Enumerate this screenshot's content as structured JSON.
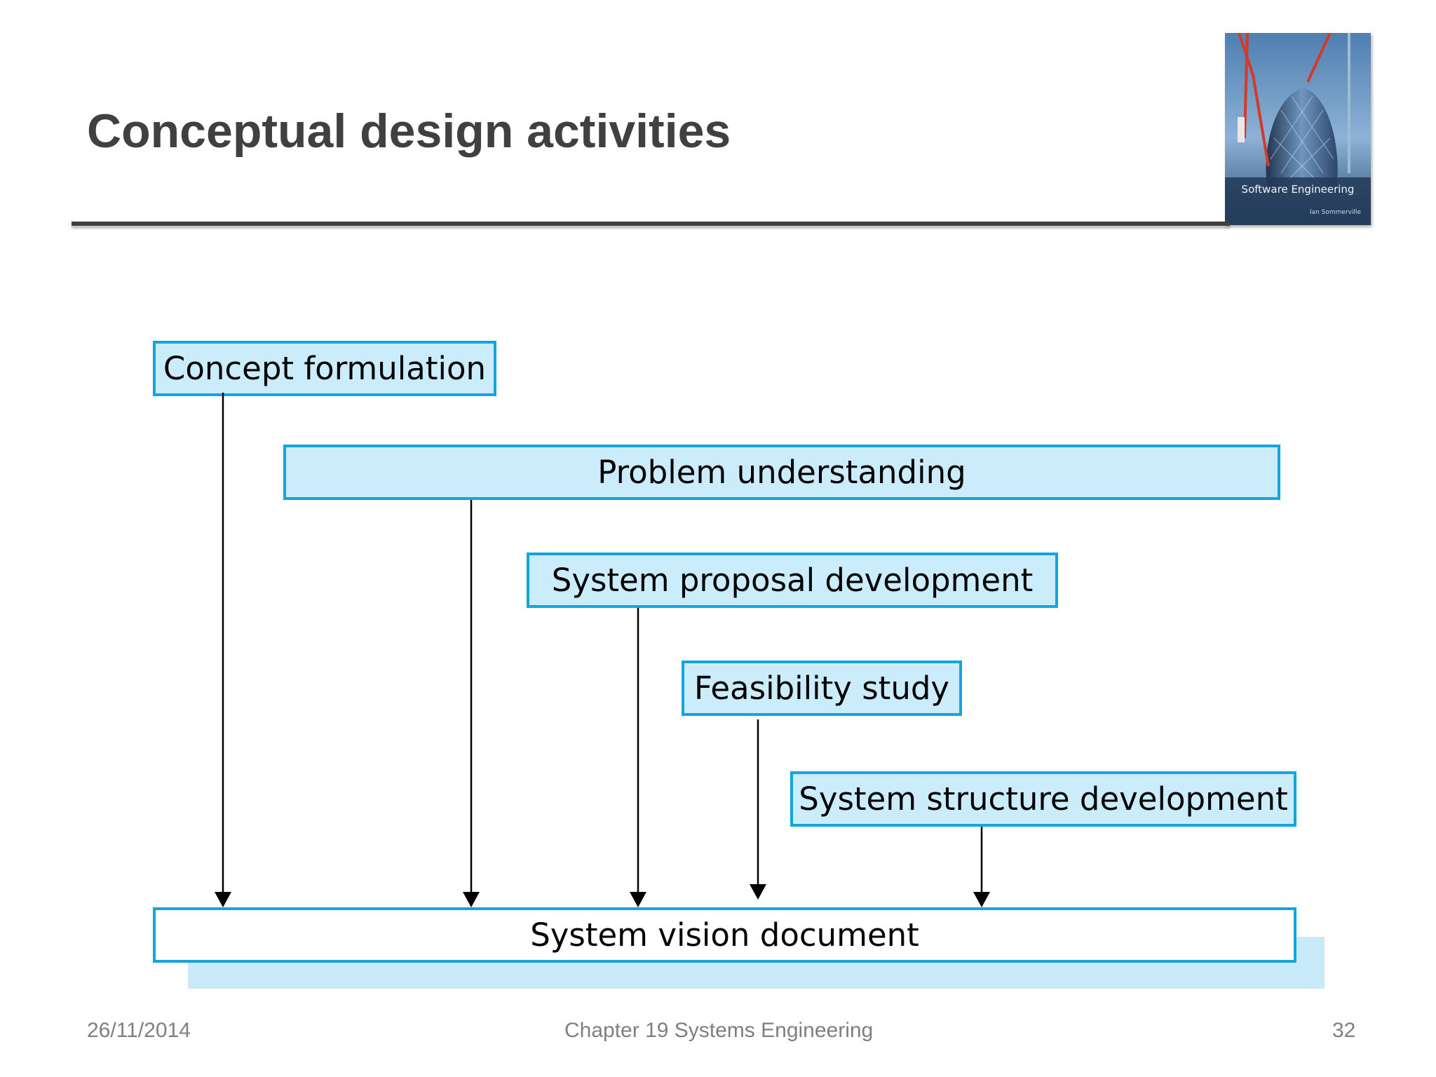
{
  "title": "Conceptual design activities",
  "book_cover": {
    "title": "Software Engineering",
    "author": "Ian Sommerville"
  },
  "diagram": {
    "boxes": [
      {
        "id": "concept-formulation",
        "label": "Concept formulation"
      },
      {
        "id": "problem-understanding",
        "label": "Problem understanding"
      },
      {
        "id": "system-proposal-development",
        "label": "System proposal development"
      },
      {
        "id": "feasibility-study",
        "label": "Feasibility study"
      },
      {
        "id": "system-structure-development",
        "label": "System structure development"
      }
    ],
    "target": {
      "id": "system-vision-document",
      "label": "System vision document"
    },
    "edges": [
      {
        "from": "concept-formulation",
        "to": "system-vision-document"
      },
      {
        "from": "problem-understanding",
        "to": "system-vision-document"
      },
      {
        "from": "system-proposal-development",
        "to": "system-vision-document"
      },
      {
        "from": "feasibility-study",
        "to": "system-vision-document"
      },
      {
        "from": "system-structure-development",
        "to": "system-vision-document"
      }
    ],
    "colors": {
      "box_fill": "#cbecfb",
      "box_border": "#14a5dc",
      "arrow": "#000000"
    }
  },
  "footer": {
    "date": "26/11/2014",
    "chapter": "Chapter 19 Systems Engineering",
    "page": "32"
  }
}
